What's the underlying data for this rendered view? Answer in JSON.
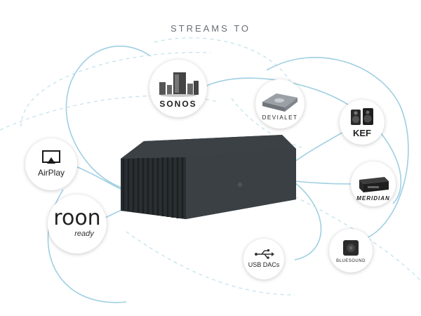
{
  "header": {
    "title": "STREAMS TO"
  },
  "colors": {
    "line": "#9fcfe2",
    "device": "#2f3437",
    "bubble": "#ffffff"
  },
  "targets": {
    "sonos": {
      "label": "SONOS",
      "icon": "speaker-system-icon"
    },
    "devialet": {
      "label": "DEVIALET",
      "icon": "amplifier-icon"
    },
    "kef": {
      "label": "KEF",
      "icon": "bookshelf-speakers-icon"
    },
    "meridian": {
      "label": "MERIDIAN",
      "icon": "av-receiver-icon"
    },
    "bluesound": {
      "label": "BLUESOUND",
      "icon": "wireless-speaker-icon"
    },
    "usb": {
      "label": "USB DACs",
      "icon": "usb-icon"
    },
    "airplay": {
      "label": "AirPlay",
      "icon": "airplay-icon"
    },
    "roon": {
      "label_main": "roon",
      "label_sub": "ready"
    }
  }
}
